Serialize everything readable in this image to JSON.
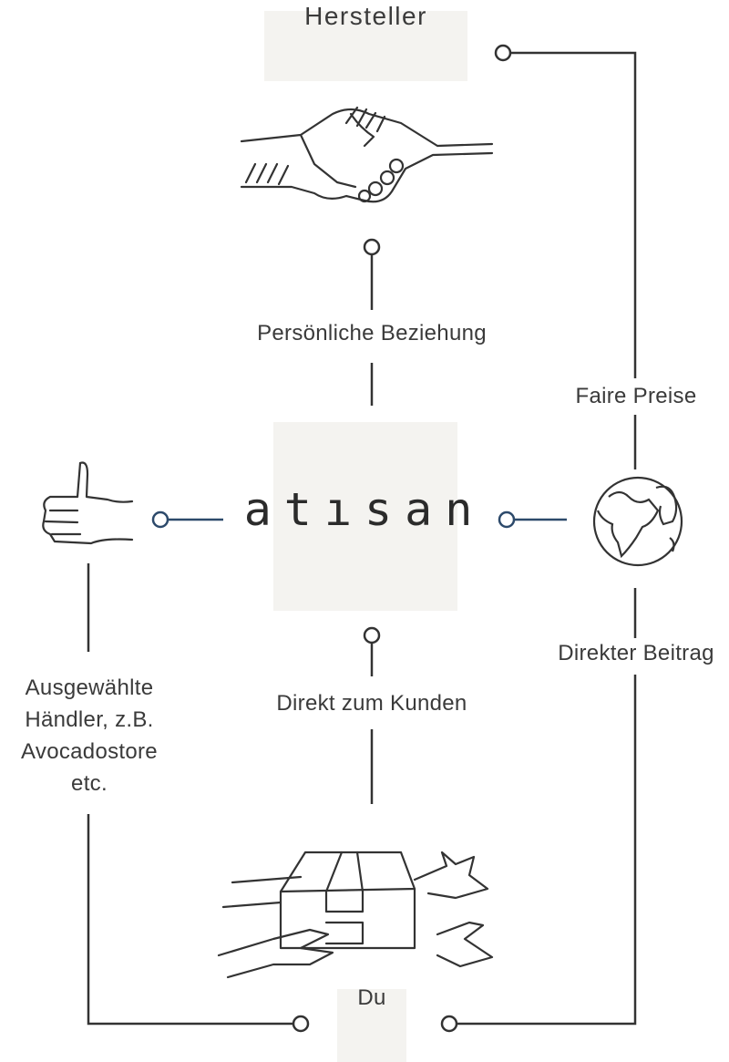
{
  "nodes": {
    "manufacturer": "Hersteller",
    "brand": "atısan",
    "customer": "Du"
  },
  "edges": {
    "personal_relationship": "Persönliche Beziehung",
    "fair_prices": "Faire Preise",
    "direct_contribution": "Direkter Beitrag",
    "direct_to_customer": "Direkt zum Kunden",
    "retailers": [
      "Ausgewählte",
      "Händler, z.B.",
      "Avocadostore",
      "etc."
    ]
  },
  "colors": {
    "box": "#f4f3f0",
    "line": "#333333",
    "accent": "#2d4a6b"
  }
}
